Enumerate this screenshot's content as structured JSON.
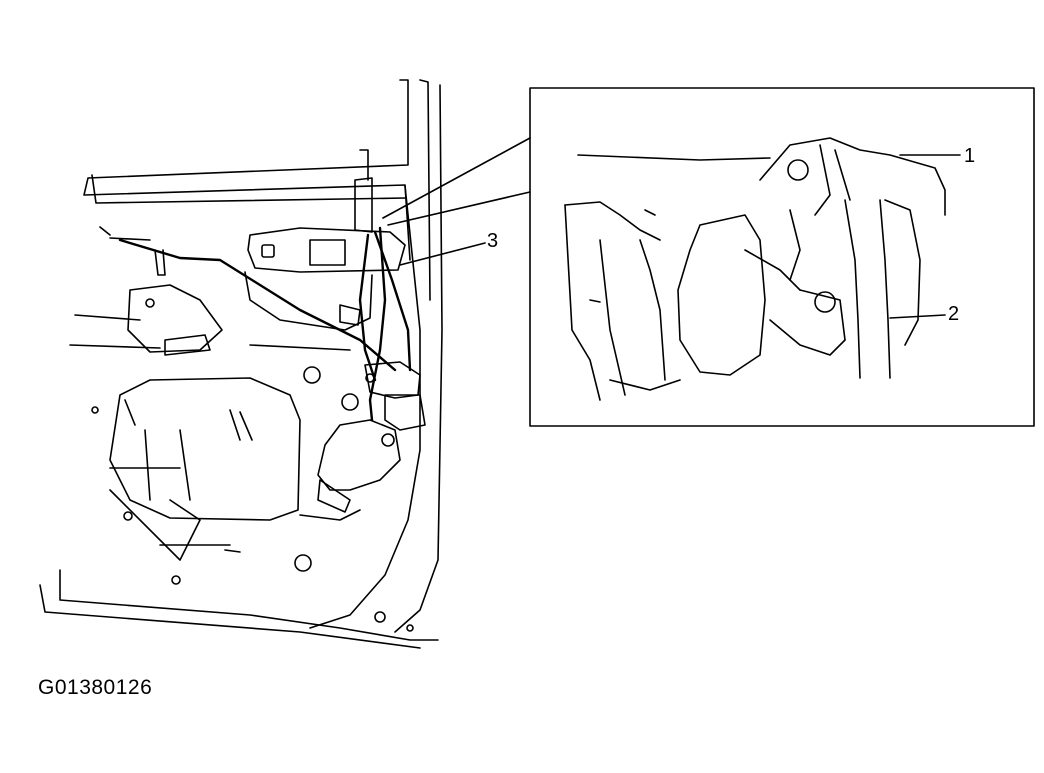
{
  "callouts": [
    {
      "id": "1",
      "text": "1"
    },
    {
      "id": "2",
      "text": "2"
    },
    {
      "id": "3",
      "text": "3"
    }
  ],
  "figure_id": "G01380126"
}
